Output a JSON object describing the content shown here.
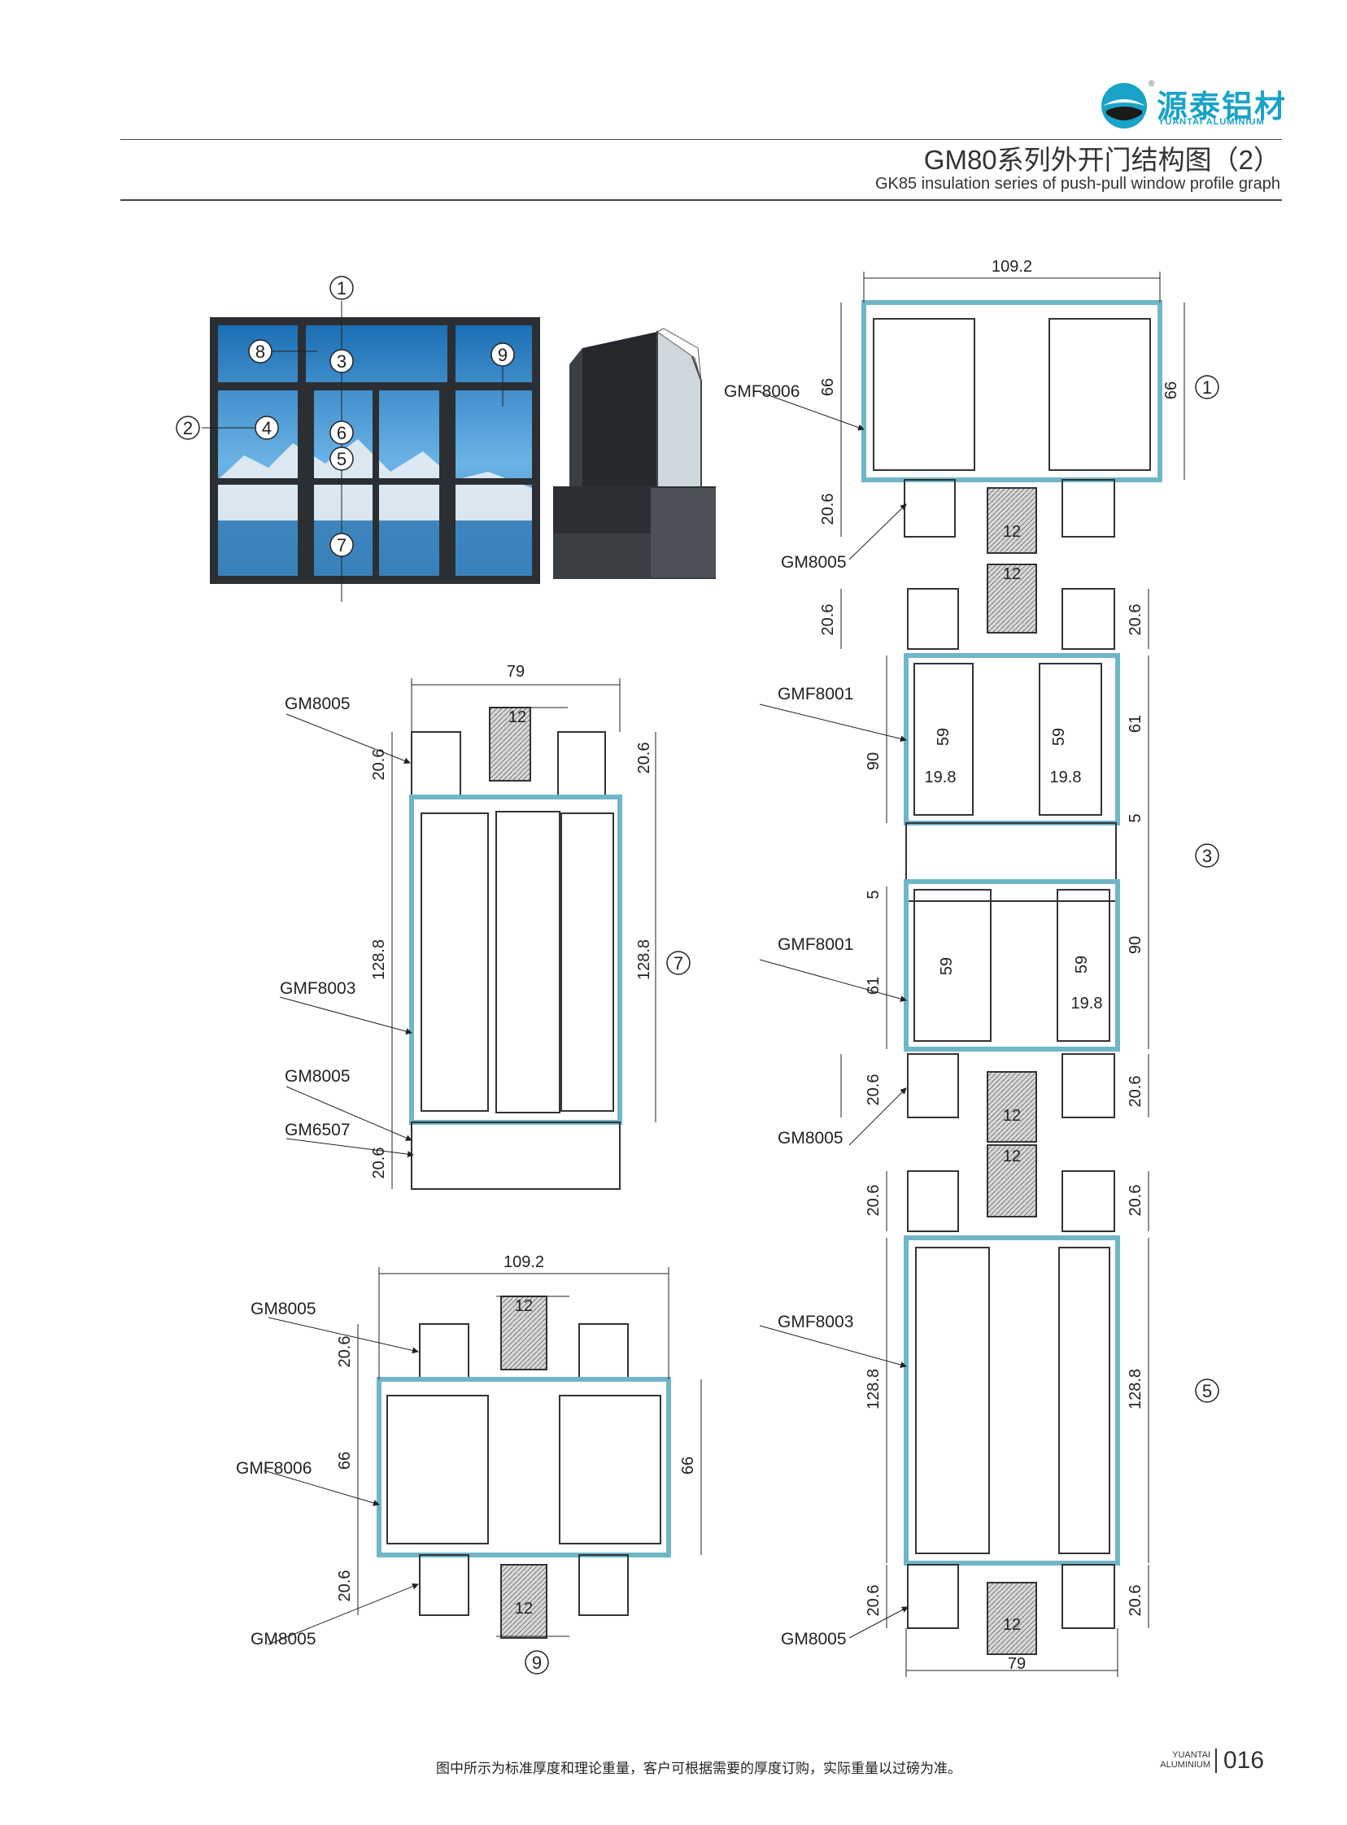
{
  "brand": {
    "name_cn": "源泰铝材",
    "name_en": "YUANTAI ALUMINIUM",
    "registered_mark": "®",
    "accent_color": "#1aa3c8"
  },
  "header": {
    "title_cn": "GM80系列外开门结构图（2）",
    "title_en": "GK85 insulation series of push-pull window profile graph"
  },
  "elevation": {
    "callouts": [
      "1",
      "2",
      "3",
      "4",
      "5",
      "6",
      "7",
      "8",
      "9"
    ]
  },
  "section_7": {
    "marker": "7",
    "profiles": {
      "top": "GM8005",
      "middle": "GMF8003",
      "bottom_a": "GM8005",
      "bottom_b": "GM6507"
    },
    "dims": {
      "width": "79",
      "glass": "12",
      "top_h_left": "20.6",
      "top_h_right": "20.6",
      "body_left": "128.8",
      "body_right": "128.8",
      "bottom_h": "20.6"
    }
  },
  "section_9": {
    "marker": "9",
    "profiles": {
      "top": "GM8005",
      "middle": "GMF8006",
      "bottom": "GM8005"
    },
    "dims": {
      "width": "109.2",
      "glass_top": "12",
      "glass_bottom": "12",
      "top_h": "20.6",
      "body_left": "66",
      "body_right": "66",
      "bottom_h": "20.6"
    }
  },
  "section_1": {
    "marker": "1",
    "profiles": {
      "middle": "GMF8006",
      "bottom": "GM8005"
    },
    "dims": {
      "width": "109.2",
      "body_left": "66",
      "body_right": "66",
      "bottom_h": "20.6",
      "glass_a": "12",
      "glass_b": "12"
    }
  },
  "section_3": {
    "marker": "3",
    "profiles": {
      "top": "GM8005",
      "upper": "GMF8001",
      "lower": "GMF8001"
    },
    "dims": {
      "top_h_left": "20.6",
      "top_h_right": "20.6",
      "upper_total": "90",
      "upper_right": "61",
      "upper_inner_a": "59",
      "upper_inner_b": "59",
      "upper_w_a": "19.8",
      "upper_w_b": "19.8",
      "gap_right": "5",
      "gap_left": "5",
      "lower_total": "90",
      "lower_left": "61",
      "lower_inner_a": "59",
      "lower_inner_b": "59",
      "lower_w": "19.8",
      "bottom_h_left": "20.6",
      "bottom_h_right": "20.6",
      "glass": "12"
    }
  },
  "section_5": {
    "marker": "5",
    "profiles": {
      "top": "GM8005",
      "middle": "GMF8003",
      "bottom": "GM8005"
    },
    "dims": {
      "glass_top": "12",
      "top_h_left": "20.6",
      "top_h_right": "20.6",
      "body_left": "128.8",
      "body_right": "128.8",
      "bottom_h_left": "20.6",
      "bottom_h_right": "20.6",
      "glass_bottom": "12",
      "width": "79"
    }
  },
  "footer": {
    "note": "图中所示为标准厚度和理论重量，客户可根据需要的厚度订购，实际重量以过磅为准。",
    "brand_line1": "YUANTAI",
    "brand_line2": "ALUMINIUM",
    "page": "016"
  }
}
